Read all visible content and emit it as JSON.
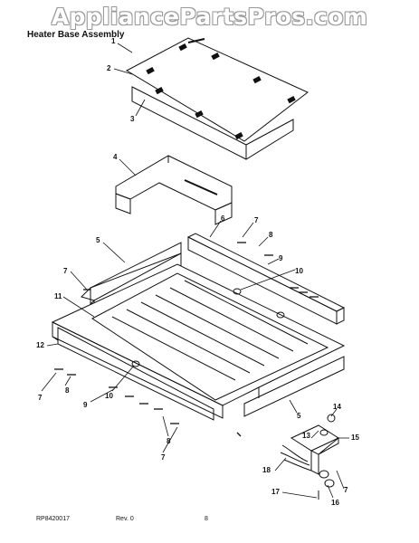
{
  "watermark": "AppliancePartsPros.com",
  "section_title": "Heater Base Assembly",
  "footer": {
    "doc_number": "RP8420017",
    "revision": "Rev. 0",
    "page": "8"
  },
  "callouts": {
    "c1": "1",
    "c2": "2",
    "c3": "3",
    "c4": "4",
    "c5a": "5",
    "c5b": "5",
    "c6": "6",
    "c7a": "7",
    "c7b": "7",
    "c7c": "7",
    "c7d": "7",
    "c7e": "7",
    "c8a": "8",
    "c8b": "8",
    "c8c": "8",
    "c9a": "9",
    "c9b": "9",
    "c10a": "10",
    "c10b": "10",
    "c11": "11",
    "c12": "12",
    "c13": "13",
    "c14": "14",
    "c15": "15",
    "c16": "16",
    "c17": "17",
    "c18": "18"
  }
}
